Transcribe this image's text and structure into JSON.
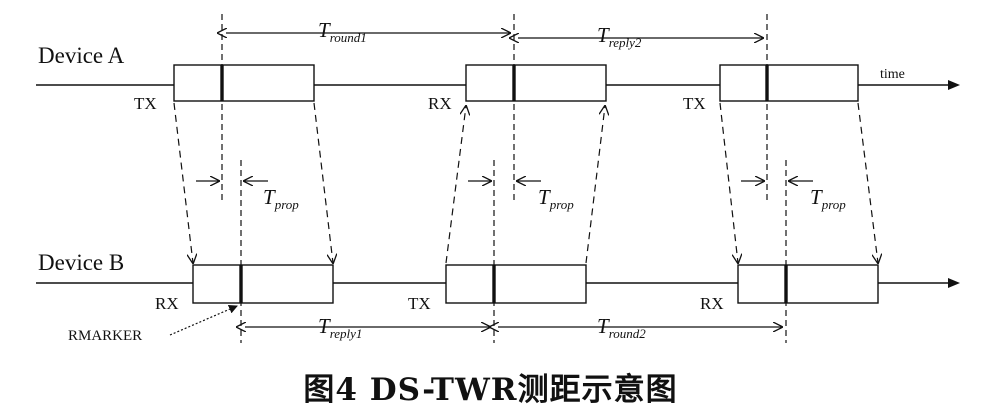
{
  "device_a": {
    "name": "Device A",
    "axis_label": "time"
  },
  "device_b": {
    "name": "Device B"
  },
  "a_frames": [
    "TX",
    "RX",
    "TX"
  ],
  "b_frames": [
    "RX",
    "TX",
    "RX"
  ],
  "rmarker": "RMARKER",
  "t_round1": {
    "main": "T",
    "sub": "round1"
  },
  "t_reply2": {
    "main": "T",
    "sub": "reply2"
  },
  "t_reply1": {
    "main": "T",
    "sub": "reply1"
  },
  "t_round2": {
    "main": "T",
    "sub": "round2"
  },
  "t_prop": {
    "main": "T",
    "sub": "prop"
  },
  "caption": "图4  DS-TWR测距示意图"
}
